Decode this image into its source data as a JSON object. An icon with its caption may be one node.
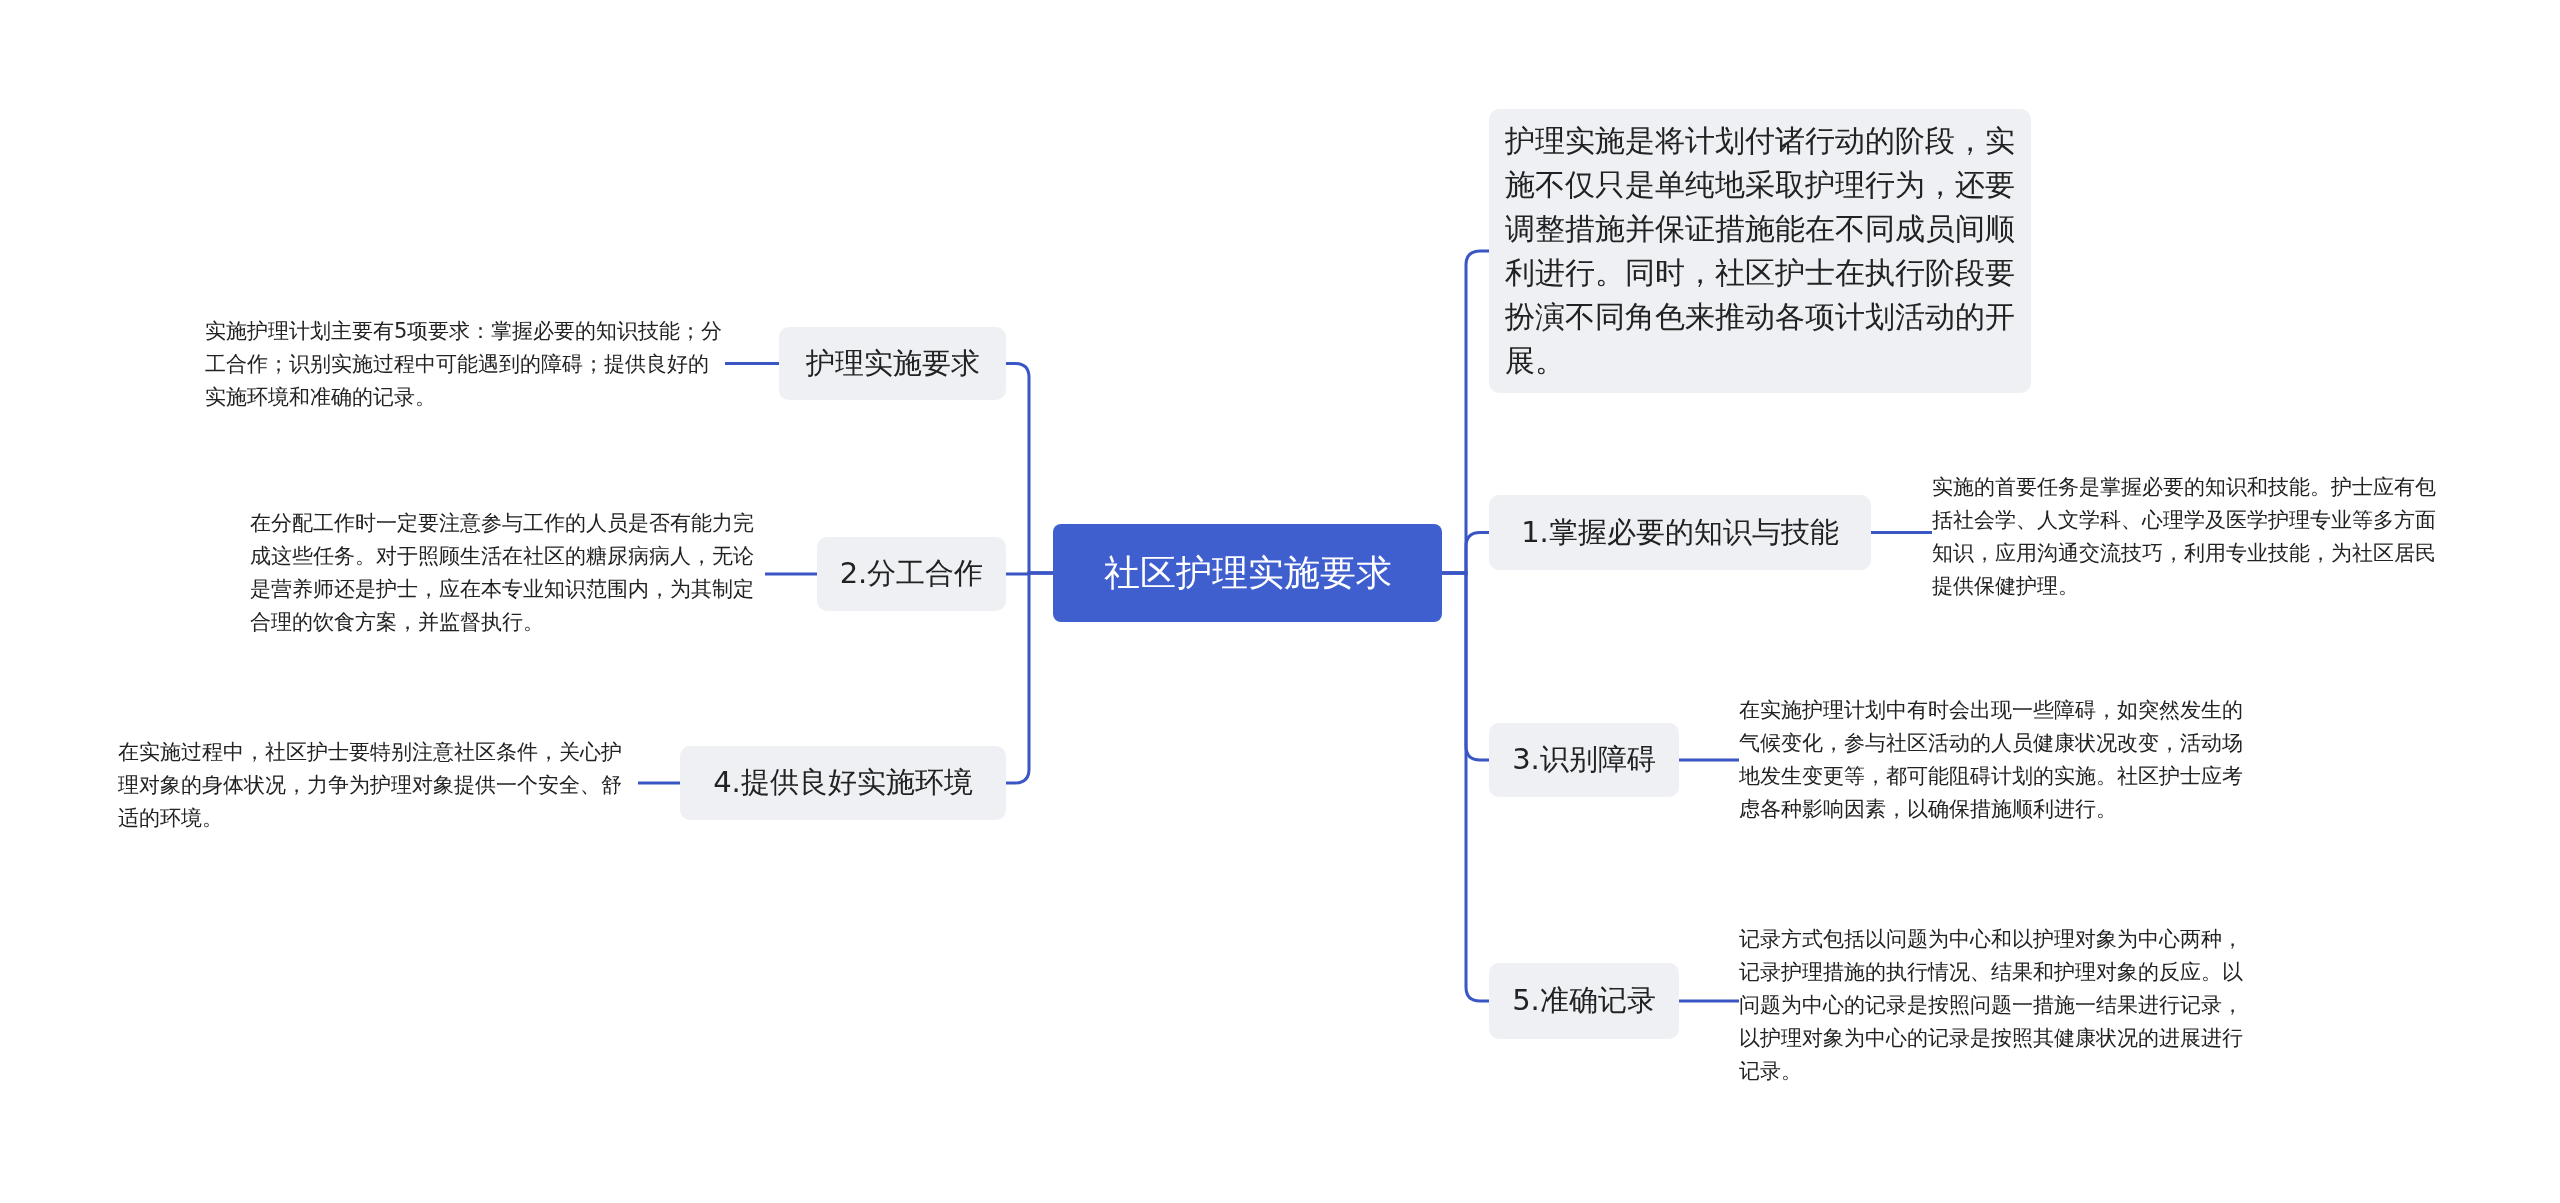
{
  "diagram": {
    "nodes": [
      {
        "text": [
          "社区护理实施要求"
        ]
      },
      {
        "text": [
          "护理实施要求"
        ]
      },
      {
        "text": [
          "实施护理计划主要有5项要求：掌握必要的知识技能；分工合作；识别实施过程中可能遇到的障碍；提供良好的实施环境和准确的记录。"
        ]
      },
      {
        "text": [
          "2.分工合作"
        ]
      },
      {
        "text": [
          "在分配工作时一定要注意参与工作的人员是否有能力完成这些任务。对于照顾生活在社区的糖尿病病人，无论是营养师还是护士，应在本专业知识范围内，为其制定合理的饮食方案，并监督执行。"
        ]
      },
      {
        "text": [
          "4.提供良好实施环境"
        ]
      },
      {
        "text": [
          "在实施过程中，社区护士要特别注意社区条件，关心护理对象的身体状况，力争为护理对象提供一个安全、舒适的环境。"
        ]
      },
      {
        "text": [
          "护理实施是将计划付诸行动的阶段，实施不仅只是单纯地采取护理行为，还要调整措施并保证措施能在不同成员间顺利进行。同时，社区护士在执行阶段要扮演不同角色来推动各项计划活动的开展。"
        ]
      },
      {
        "text": [
          "1.掌握必要的知识与技能"
        ]
      },
      {
        "text": [
          "实施的首要任务是掌握必要的知识和技能。护士应有包括社会学、人文学科、心理学及医学护理专业等多方面知识，应用沟通交流技巧，利用专业技能，为社区居民提供保健护理。"
        ]
      },
      {
        "text": [
          "3.识别障碍"
        ]
      },
      {
        "text": [
          "在实施护理计划中有时会出现一些障碍，如突然发生的气候变化，参与社区活动的人员健康状况改变，活动场地发生变更等，都可能阻碍计划的实施。社区护士应考虑各种影响因素，以确保措施顺利进行。"
        ]
      },
      {
        "text": [
          "5.准确记录"
        ]
      },
      {
        "text": [
          "记录方式包括以问题为中心和以护理对象为中心两种，记录护理措施的执行情况、结果和护理对象的反应。以问题为中心的记录是按照问题一措施一结果进行记录，以护理对象为中心的记录是按照其健康状况的进展进行记录。"
        ]
      }
    ],
    "edges": [
      {
        "from": 0,
        "to": 1,
        "arrow": "none"
      },
      {
        "from": 0,
        "to": 3,
        "arrow": "none"
      },
      {
        "from": 0,
        "to": 5,
        "arrow": "none"
      },
      {
        "from": 0,
        "to": 7,
        "arrow": "none"
      },
      {
        "from": 0,
        "to": 8,
        "arrow": "none"
      },
      {
        "from": 0,
        "to": 10,
        "arrow": "none"
      },
      {
        "from": 0,
        "to": 12,
        "arrow": "none"
      },
      {
        "from": 1,
        "to": 2,
        "arrow": "none"
      },
      {
        "from": 3,
        "to": 4,
        "arrow": "none"
      },
      {
        "from": 5,
        "to": 6,
        "arrow": "none"
      },
      {
        "from": 8,
        "to": 9,
        "arrow": "none"
      },
      {
        "from": 10,
        "to": 11,
        "arrow": "none"
      },
      {
        "from": 12,
        "to": 13,
        "arrow": "none"
      }
    ]
  }
}
